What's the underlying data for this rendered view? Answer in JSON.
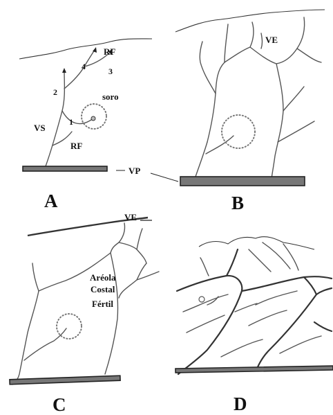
{
  "panels": [
    {
      "id": "A",
      "letter": "A",
      "labels": {
        "rf_top": "RF",
        "n4": "4",
        "n3": "3",
        "n2": "2",
        "soro": "soro",
        "vs": "VS",
        "n1": "1",
        "rf_bottom": "RF"
      }
    },
    {
      "id": "B",
      "letter": "B",
      "labels": {
        "ve": "VE",
        "vp": "VP"
      }
    },
    {
      "id": "C",
      "letter": "C",
      "labels": {
        "ve": "VE",
        "areola_line1": "Aréola",
        "areola_line2": "Costal",
        "areola_line3": "Fértil"
      }
    },
    {
      "id": "D",
      "letter": "D",
      "labels": {}
    }
  ]
}
